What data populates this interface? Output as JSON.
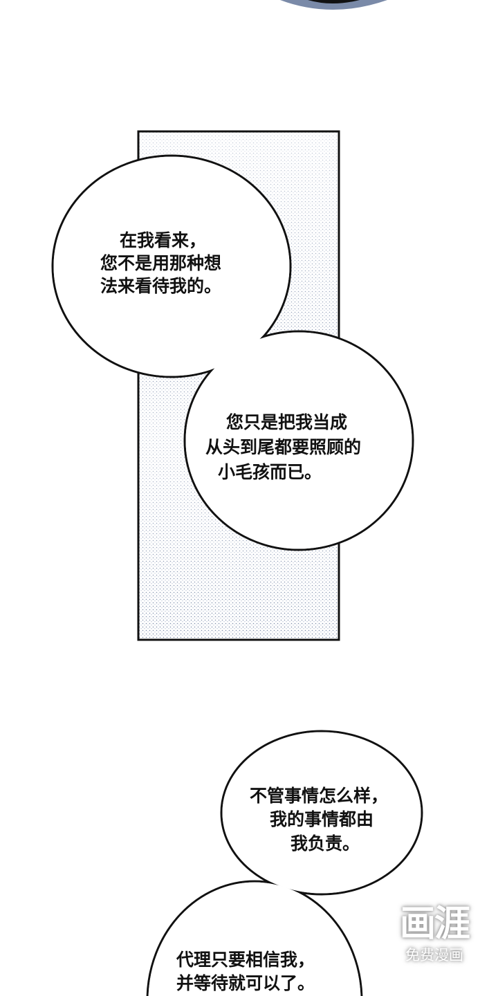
{
  "colors": {
    "tone": "#7a8aa8",
    "ink": "#111111",
    "paper": "#ffffff"
  },
  "bubbles": [
    {
      "lines": [
        "在我看来，",
        "您不是用那种想",
        "法来看待我的。"
      ]
    },
    {
      "lines": [
        "您只是把我当成",
        "从头到尾都要照顾的",
        "小毛孩而已。"
      ]
    },
    {
      "lines": [
        "不管事情怎么样，",
        "我的事情都由",
        "我负责。"
      ]
    },
    {
      "lines": [
        "代理只要相信我，",
        "并等待就可以了。"
      ]
    }
  ],
  "watermark": {
    "logo": "画涯",
    "caption": "免费漫画"
  }
}
